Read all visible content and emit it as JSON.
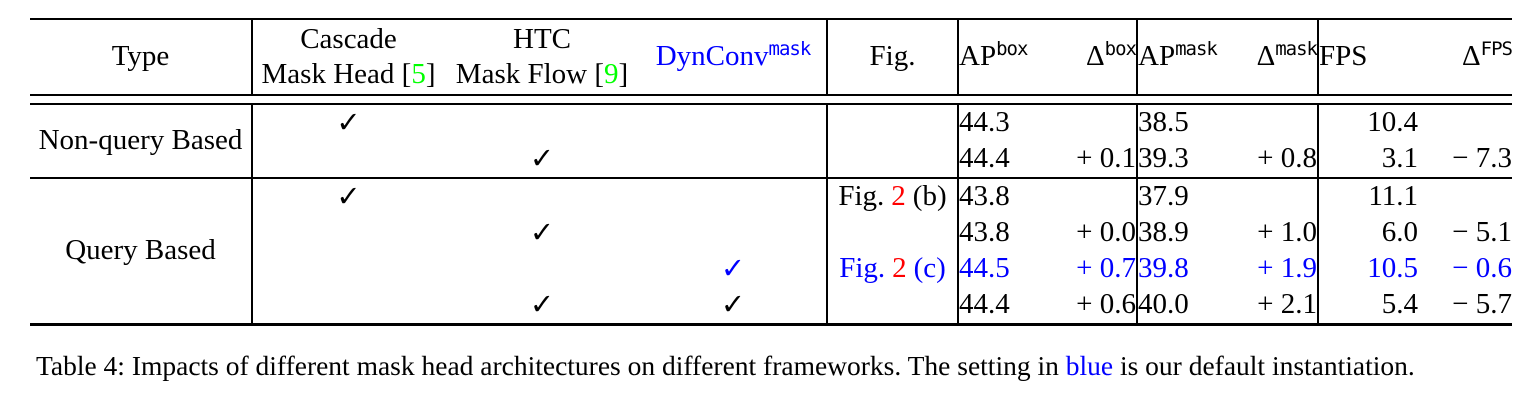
{
  "colors": {
    "highlight_blue": "#0000ff",
    "figure_ref_red": "#ff0000",
    "citation_green": "#00ff00",
    "text_black": "#000000",
    "background": "#ffffff"
  },
  "header": {
    "type": "Type",
    "cascade": {
      "line1": "Cascade",
      "line2_pre": "Mask Head [",
      "cite": "5",
      "line2_post": "]"
    },
    "htc": {
      "line1": "HTC",
      "line2_pre": "Mask Flow [",
      "cite": "9",
      "line2_post": "]"
    },
    "dynconv": {
      "base": "DynConv",
      "sup": "mask"
    },
    "fig": "Fig.",
    "ap_box": {
      "base": "AP",
      "sup": "box"
    },
    "delta_box": {
      "base": "Δ",
      "sup": "box"
    },
    "ap_mask": {
      "base": "AP",
      "sup": "mask"
    },
    "delta_mask": {
      "base": "Δ",
      "sup": "mask"
    },
    "fps": "FPS",
    "delta_fps": {
      "base": "Δ",
      "sup": "FPS"
    }
  },
  "groups": {
    "non_query": "Non-query Based",
    "query": "Query Based"
  },
  "rows": [
    {
      "cascade": "✓",
      "htc": "",
      "dynconv": "",
      "fig_prefix": "",
      "fig_num": "",
      "fig_suffix": "",
      "ap_box": "44.3",
      "d_box": "",
      "ap_mask": "38.5",
      "d_mask": "",
      "fps": "10.4",
      "d_fps": ""
    },
    {
      "cascade": "",
      "htc": "✓",
      "dynconv": "",
      "fig_prefix": "",
      "fig_num": "",
      "fig_suffix": "",
      "ap_box": "44.4",
      "d_box": "+ 0.1",
      "ap_mask": "39.3",
      "d_mask": "+ 0.8",
      "fps": "3.1",
      "d_fps": "− 7.3"
    },
    {
      "cascade": "✓",
      "htc": "",
      "dynconv": "",
      "fig_prefix": "Fig.",
      "fig_num": "2",
      "fig_suffix": "(b)",
      "ap_box": "43.8",
      "d_box": "",
      "ap_mask": "37.9",
      "d_mask": "",
      "fps": "11.1",
      "d_fps": ""
    },
    {
      "cascade": "",
      "htc": "✓",
      "dynconv": "",
      "fig_prefix": "",
      "fig_num": "",
      "fig_suffix": "",
      "ap_box": "43.8",
      "d_box": "+ 0.0",
      "ap_mask": "38.9",
      "d_mask": "+ 1.0",
      "fps": "6.0",
      "d_fps": "− 5.1"
    },
    {
      "cascade": "",
      "htc": "",
      "dynconv": "✓",
      "fig_prefix": "Fig.",
      "fig_num": "2",
      "fig_suffix": "(c)",
      "ap_box": "44.5",
      "d_box": "+ 0.7",
      "ap_mask": "39.8",
      "d_mask": "+ 1.9",
      "fps": "10.5",
      "d_fps": "− 0.6"
    },
    {
      "cascade": "",
      "htc": "✓",
      "dynconv": "✓",
      "fig_prefix": "",
      "fig_num": "",
      "fig_suffix": "",
      "ap_box": "44.4",
      "d_box": "+ 0.6",
      "ap_mask": "40.0",
      "d_mask": "+ 2.1",
      "fps": "5.4",
      "d_fps": "− 5.7"
    }
  ],
  "caption": {
    "prefix": "Table 4: Impacts of different mask head architectures on different frameworks. The setting in ",
    "highlight": "blue",
    "suffix": " is our default instantiation."
  }
}
